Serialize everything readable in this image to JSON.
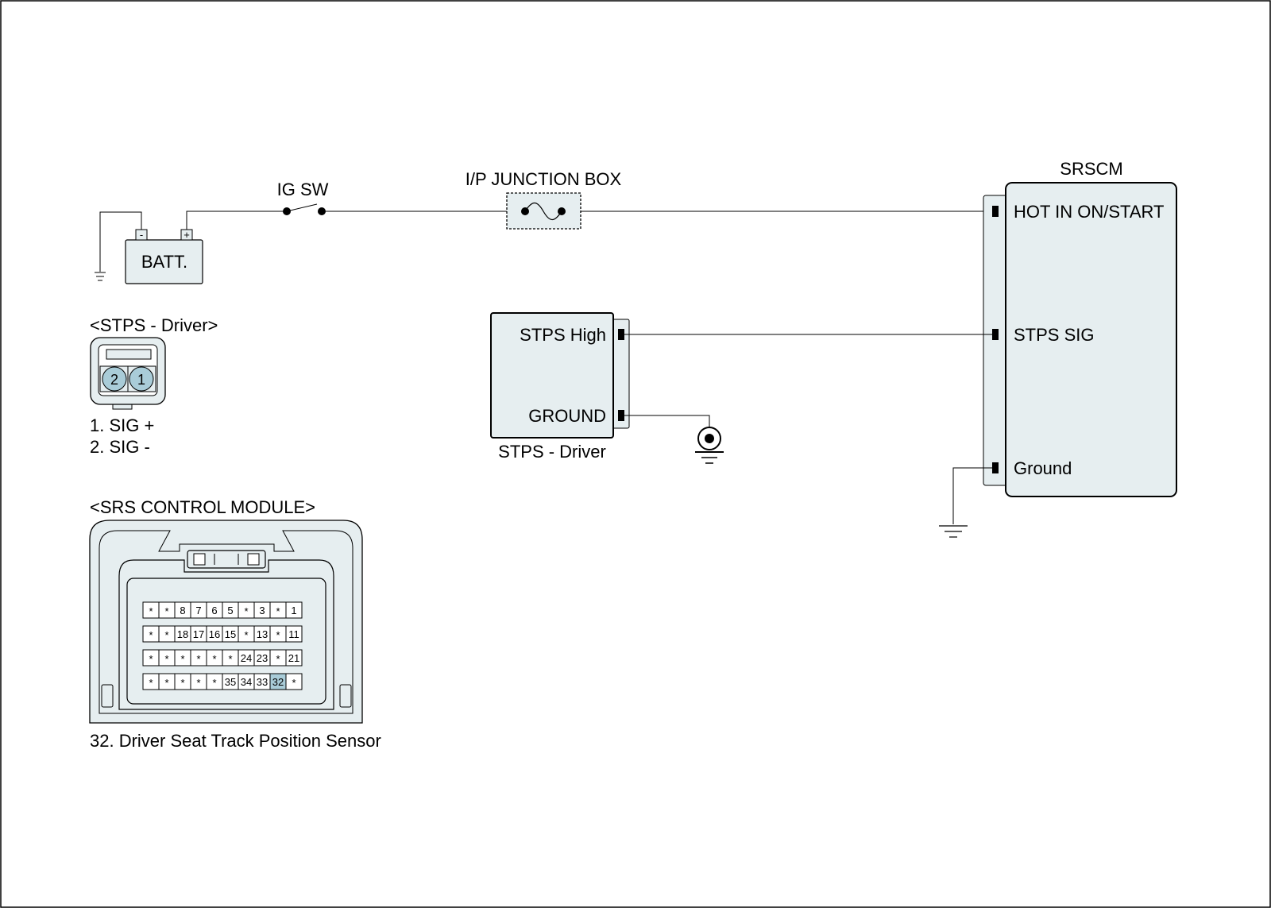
{
  "colors": {
    "fill": "#e6eef0",
    "highlight": "#a9ccd8",
    "line": "#000000"
  },
  "battery": {
    "label": "BATT.",
    "neg": "-",
    "pos": "+"
  },
  "ig_switch": {
    "label": "IG SW"
  },
  "junction_box": {
    "label": "I/P JUNCTION BOX"
  },
  "srscm": {
    "title": "SRSCM",
    "pins": [
      "HOT IN ON/START",
      "STPS SIG",
      "Ground"
    ]
  },
  "stps_sensor": {
    "caption": "STPS - Driver",
    "pins": [
      "STPS High",
      "GROUND"
    ]
  },
  "stps_connector": {
    "title": "<STPS - Driver>",
    "pin_numbers": [
      "2",
      "1"
    ],
    "legend": [
      "1. SIG +",
      "2. SIG -"
    ]
  },
  "srs_connector": {
    "title": "<SRS CONTROL MODULE>",
    "rows": [
      [
        "*",
        "*",
        "8",
        "7",
        "6",
        "5",
        "*",
        "3",
        "*",
        "1"
      ],
      [
        "*",
        "*",
        "18",
        "17",
        "16",
        "15",
        "*",
        "13",
        "*",
        "11"
      ],
      [
        "*",
        "*",
        "*",
        "*",
        "*",
        "*",
        "24",
        "23",
        "*",
        "21"
      ],
      [
        "*",
        "*",
        "*",
        "*",
        "*",
        "35",
        "34",
        "33",
        "32",
        "*"
      ]
    ],
    "highlighted_pin": "32",
    "legend": "32. Driver Seat Track Position Sensor"
  }
}
